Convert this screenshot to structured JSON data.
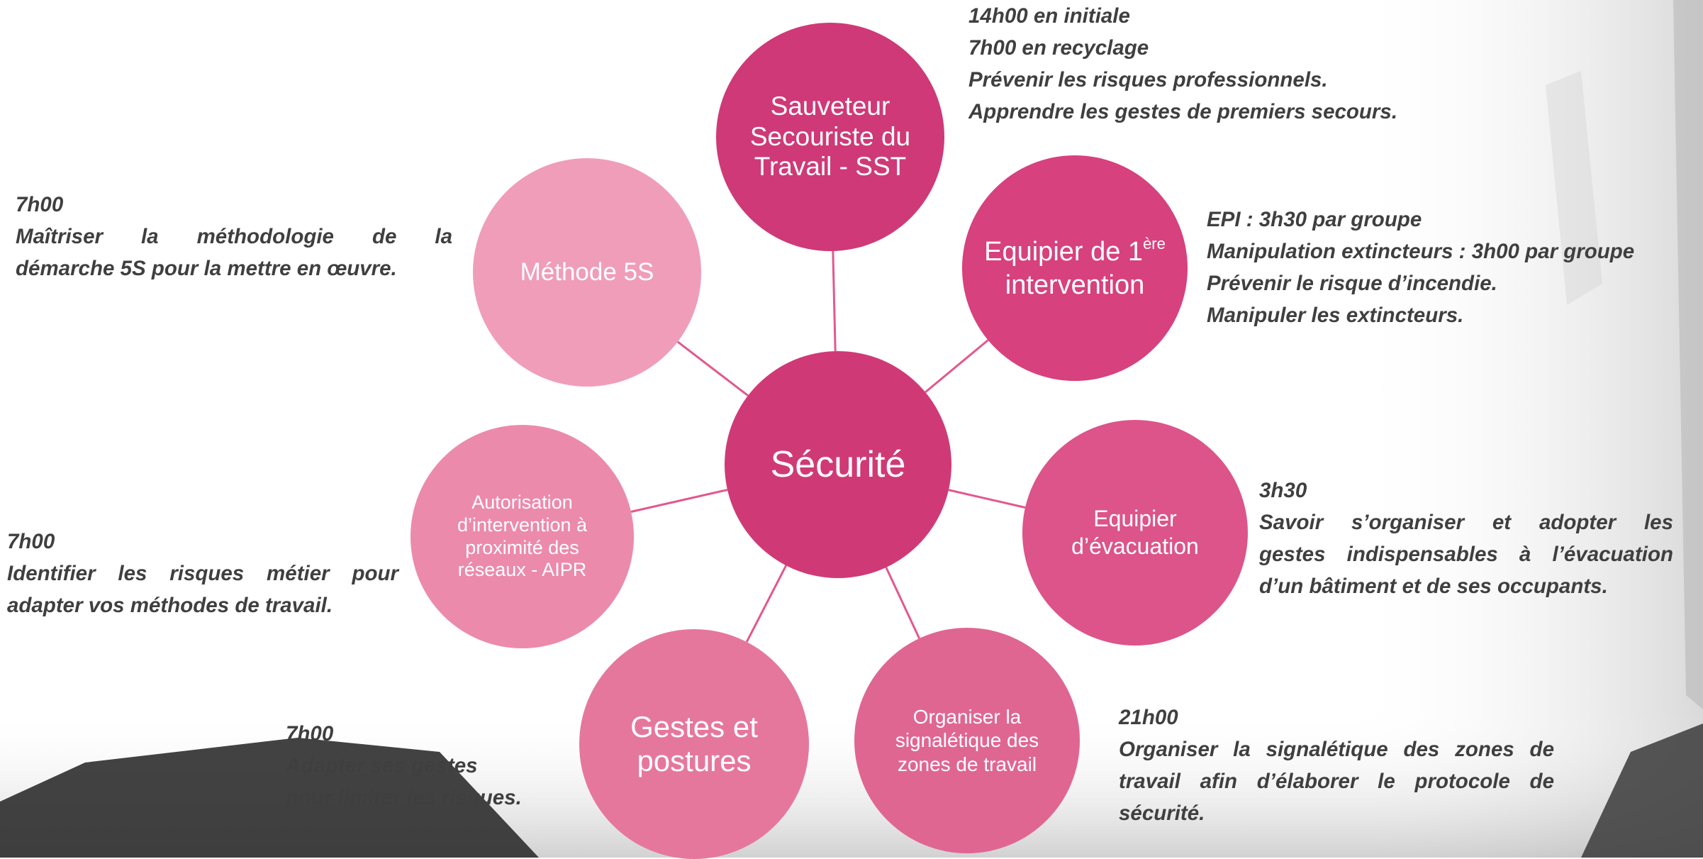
{
  "center": {
    "label": "Sécurité",
    "color": "#cf3a76"
  },
  "nodes": {
    "sst": {
      "label": "Sauveteur Secouriste du Travail - SST",
      "color": "#cf3977"
    },
    "epi": {
      "label_main": "Equipier de 1",
      "label_sup": "ère",
      "label_end": "intervention",
      "color": "#d7417d"
    },
    "evac": {
      "label_line1": "Equipier",
      "label_line2": "d’évacuation",
      "color": "#dc5489"
    },
    "signal": {
      "label": "Organiser la signalétique des zones de travail",
      "color": "#e06692"
    },
    "gestes": {
      "label_line1": "Gestes et",
      "label_line2": "postures",
      "color": "#e6779c"
    },
    "aipr": {
      "label": "Autorisation d’intervention à proximité des réseaux - AIPR",
      "color": "#ec8aab"
    },
    "fives": {
      "label": "Méthode 5S",
      "color": "#f09db9"
    }
  },
  "descriptions": {
    "sst": [
      "14h00 en initiale",
      "7h00 en recyclage",
      "Prévenir les risques professionnels.",
      "Apprendre les gestes de premiers secours."
    ],
    "epi": [
      "EPI : 3h30 par groupe",
      "Manipulation extincteurs : 3h00 par groupe",
      "Prévenir le risque d’incendie.",
      "Manipuler les extincteurs."
    ],
    "evac": [
      "3h30",
      "Savoir s’organiser et adopter les",
      "gestes indispensables à l’évacuation",
      "d’un bâtiment et de ses occupants."
    ],
    "signal": [
      "21h00",
      "Organiser la signalétique des zones de",
      "travail afin d’élaborer le protocole de",
      "sécurité."
    ],
    "gestes": [
      "7h00",
      "Adapter ses gestes",
      "pour limiter les risques."
    ],
    "aipr": [
      "7h00",
      "Identifier les risques métier pour",
      "adapter vos méthodes de travail."
    ],
    "fives": [
      "7h00",
      "Maîtriser la méthodologie de la",
      "démarche 5S pour la mettre en œuvre."
    ]
  },
  "colors": {
    "connector": "#e2588d",
    "description_text": "#3f3f3f"
  }
}
